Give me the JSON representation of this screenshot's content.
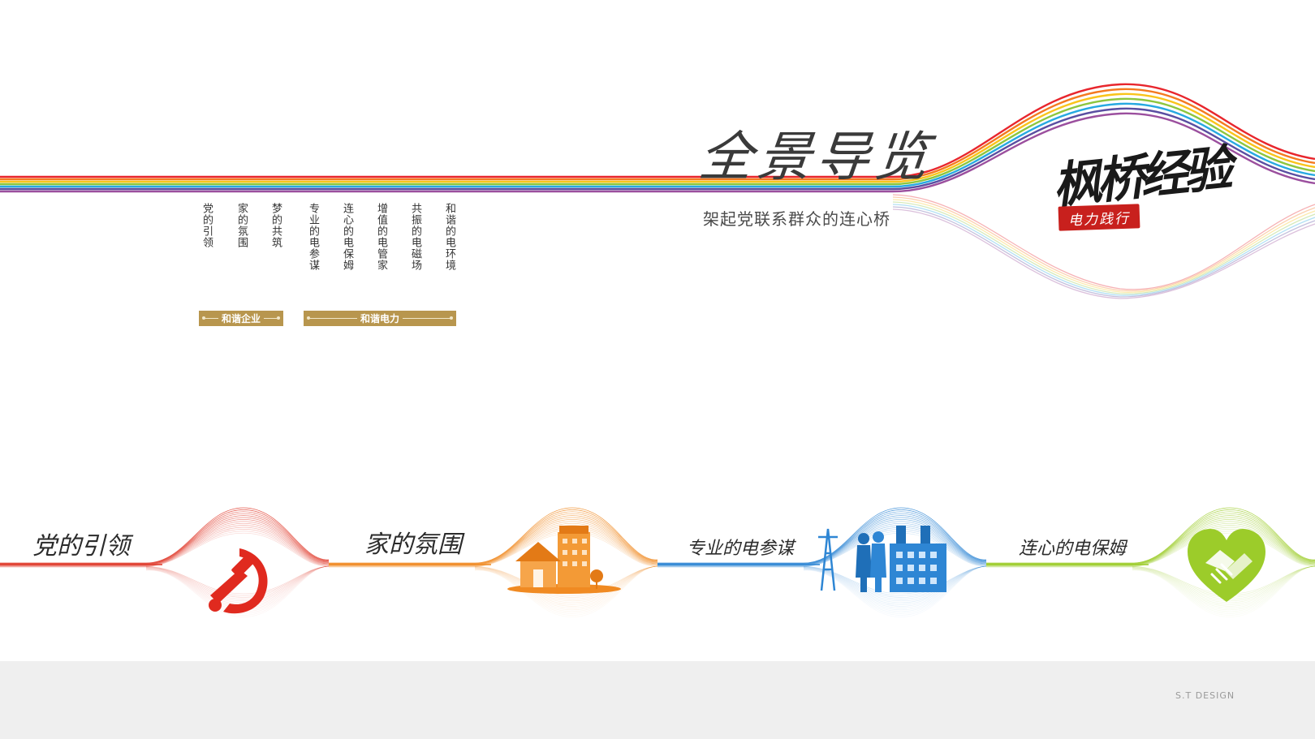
{
  "header": {
    "title": "全景导览",
    "subtitle": "架起党联系群众的连心桥",
    "brand": {
      "name": "枫桥经验",
      "seal": "电力践行"
    }
  },
  "columns": [
    "党的引领",
    "家的氛围",
    "梦的共筑",
    "专业的电参谋",
    "连心的电保姆",
    "增值的电管家",
    "共振的电磁场",
    "和谐的电环境"
  ],
  "tags": {
    "enterprise": "和谐企业",
    "power": "和谐电力"
  },
  "panels": [
    {
      "title": "党的引领",
      "icon": "hammer-sickle-icon",
      "color": "#e03a2b"
    },
    {
      "title": "家的氛围",
      "icon": "house-icon",
      "color": "#f08a22"
    },
    {
      "title": "专业的电参谋",
      "icon": "power-plant-icon",
      "color": "#2e86d4"
    },
    {
      "title": "连心的电保姆",
      "icon": "heart-handshake-icon",
      "color": "#9ccc2a"
    }
  ],
  "footer": {
    "credit": "S.T DESIGN"
  },
  "colors": {
    "rainbow": [
      "#e8262d",
      "#f47a20",
      "#f9c41b",
      "#8dc63f",
      "#27a9e1",
      "#5a4ea1",
      "#9b4f9e"
    ],
    "gold": "#b8964e",
    "seal": "#c8201d"
  }
}
